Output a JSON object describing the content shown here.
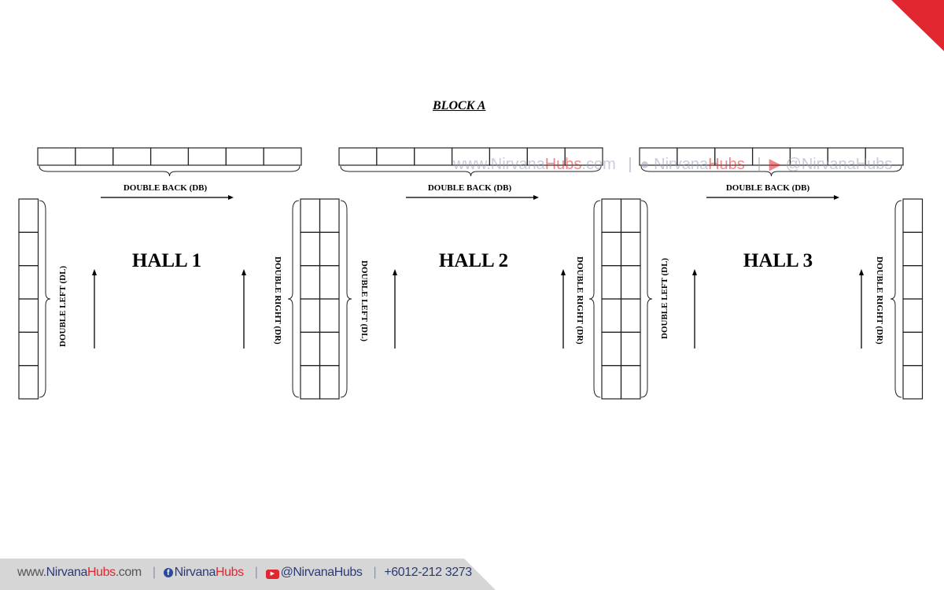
{
  "block_title": "BLOCK A",
  "halls": [
    {
      "name": "HALL 1",
      "back_label": "DOUBLE BACK (DB)",
      "left_label": "DOUBLE LEFT (DL)",
      "right_label": "DOUBLE RIGHT (DR)"
    },
    {
      "name": "HALL 2",
      "back_label": "DOUBLE BACK (DB)",
      "left_label": "DOUBLE LEFT (DL)",
      "right_label": "DOUBLE RIGHT (DR)"
    },
    {
      "name": "HALL 3",
      "back_label": "DOUBLE BACK (DB)",
      "left_label": "DOUBLE LEFT (DL)",
      "right_label": "DOUBLE RIGHT (DR)"
    }
  ],
  "watermark": {
    "site_a": "www.Nirvana",
    "site_b": "Hubs",
    "site_c": ".com",
    "fb_a": "Nirvana",
    "fb_b": "Hubs",
    "yt": "@NirvanaHubs"
  },
  "footer": {
    "site_a": "www.",
    "site_b": "Nirvana",
    "site_c": "Hubs",
    "site_d": ".com",
    "fb_a": "Nirvana",
    "fb_b": "Hubs",
    "yt": "@NirvanaHubs",
    "phone": "+6012-212 3273"
  },
  "colors": {
    "accent": "#e0262e",
    "brand_blue": "#2a3c78",
    "footer_bg": "#d6d6d6"
  }
}
